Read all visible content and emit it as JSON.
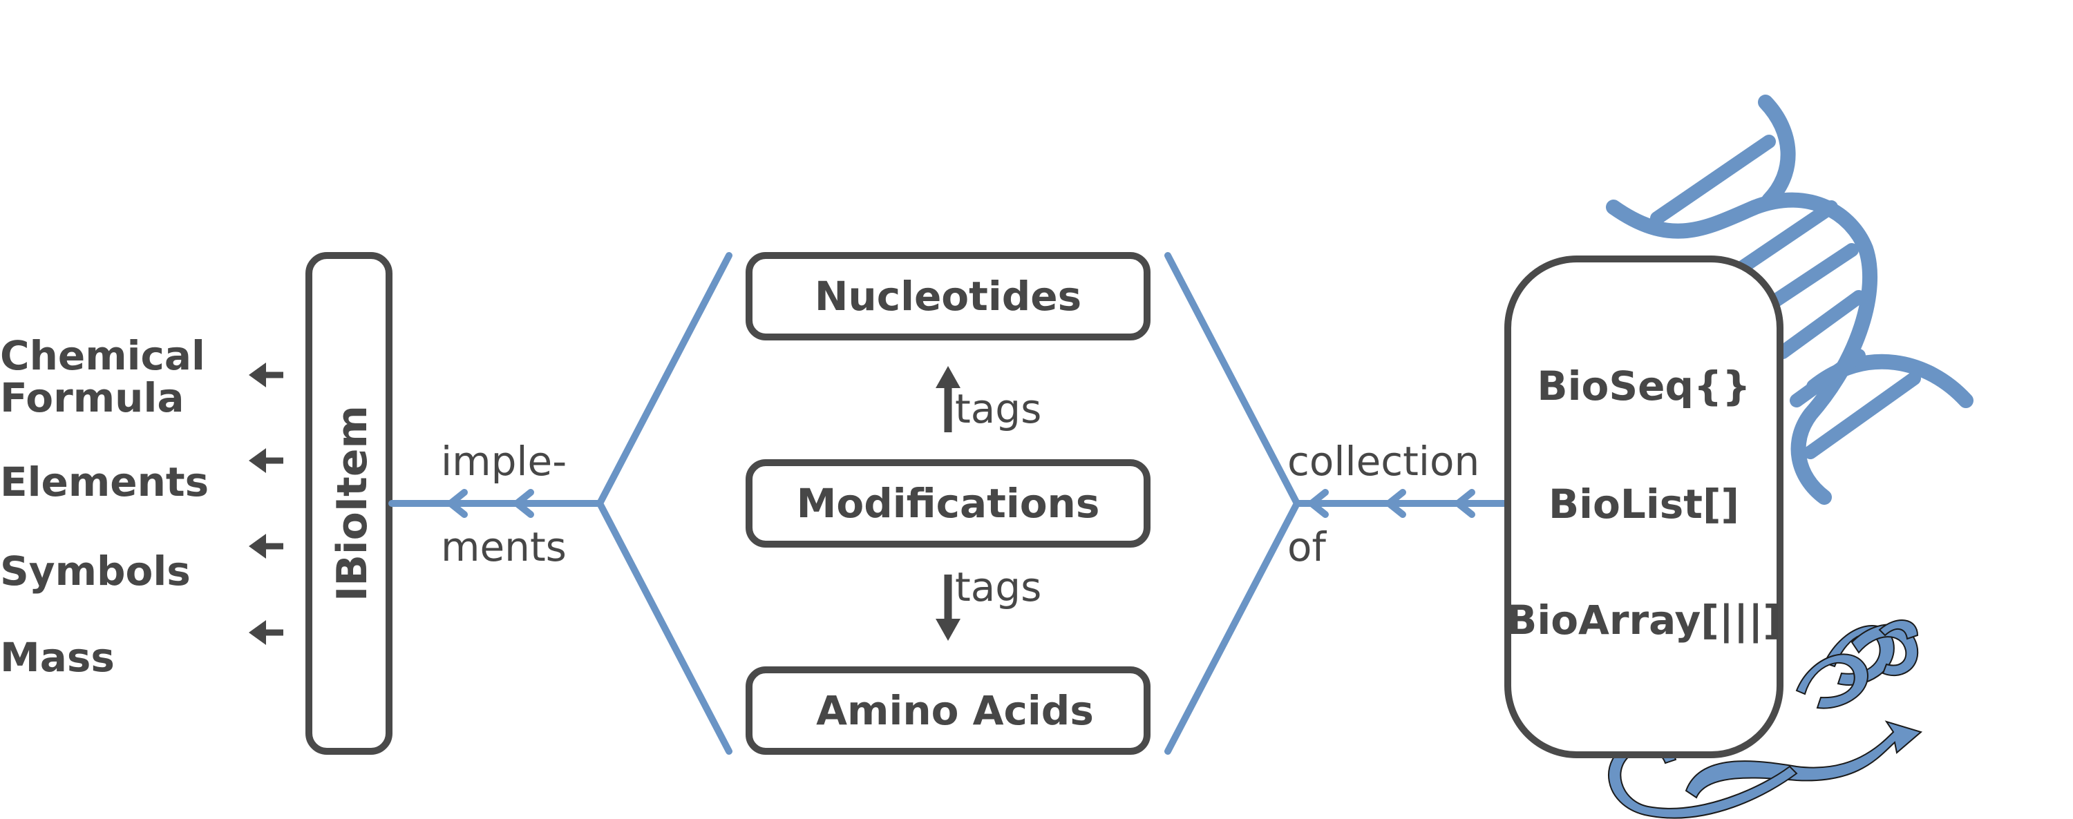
{
  "properties": [
    "Chemical",
    "Formula",
    "Elements",
    "Symbols",
    "Mass"
  ],
  "interface_label": "IBioItem",
  "implements_label": [
    "imple-",
    "ments"
  ],
  "types": [
    "Nucleotides",
    "Modifications",
    "Amino Acids"
  ],
  "tags_label": "tags",
  "collection_label": [
    "collection",
    "of"
  ],
  "collections": [
    "BioSeq{}",
    "BioList[]",
    "BioArray[|||]"
  ],
  "colors": {
    "dark": "#474747",
    "blue": "#6a94c5",
    "box_border": "#4a4a4a"
  },
  "icons": [
    "left-arrow-icon",
    "up-arrow-icon",
    "down-arrow-icon",
    "dna-helix-icon",
    "protein-ribbon-icon"
  ]
}
